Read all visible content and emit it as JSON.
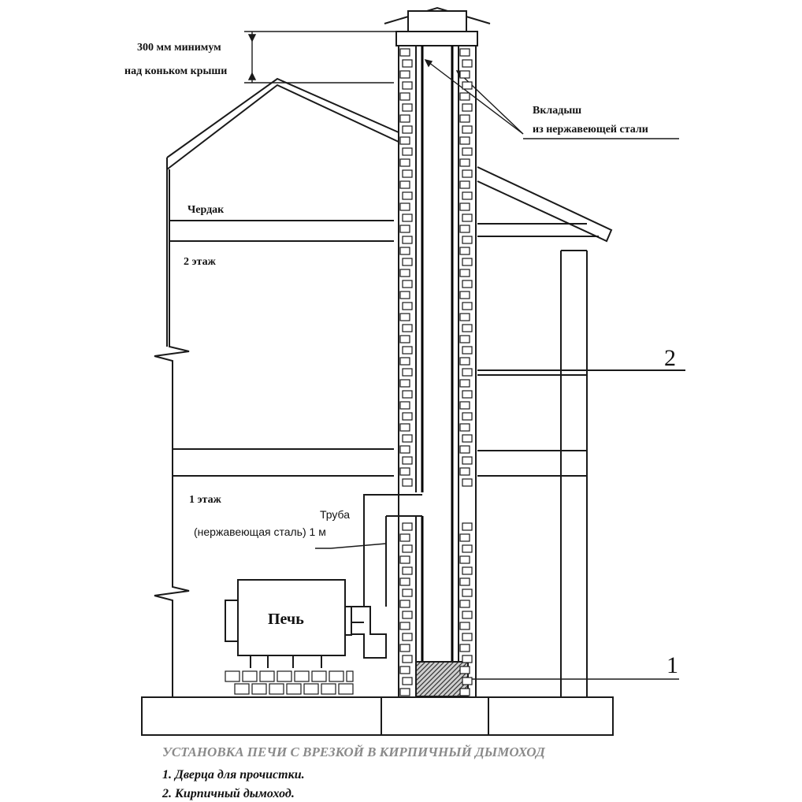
{
  "labels": {
    "clearance_line1": "300 мм минимум",
    "clearance_line2": "над коньком крыши",
    "liner_line1": "Вкладыш",
    "liner_line2": "из нержавеющей стали",
    "attic": "Чердак",
    "floor2": "2 этаж",
    "floor1": "1 этаж",
    "pipe_line1": "Труба",
    "pipe_line2": "(нержавеющая сталь) 1 м",
    "stove": "Печь",
    "callout1": "1",
    "callout2": "2"
  },
  "caption": {
    "title": "УСТАНОВКА ПЕЧИ С ВРЕЗКОЙ В КИРПИЧНЫЙ ДЫМОХОД",
    "item1": "1. Дверца для прочистки.",
    "item2": "2. Кирпичный дымоход."
  },
  "colors": {
    "line": "#1a1a1a",
    "caption_title": "#8a8a8a"
  }
}
